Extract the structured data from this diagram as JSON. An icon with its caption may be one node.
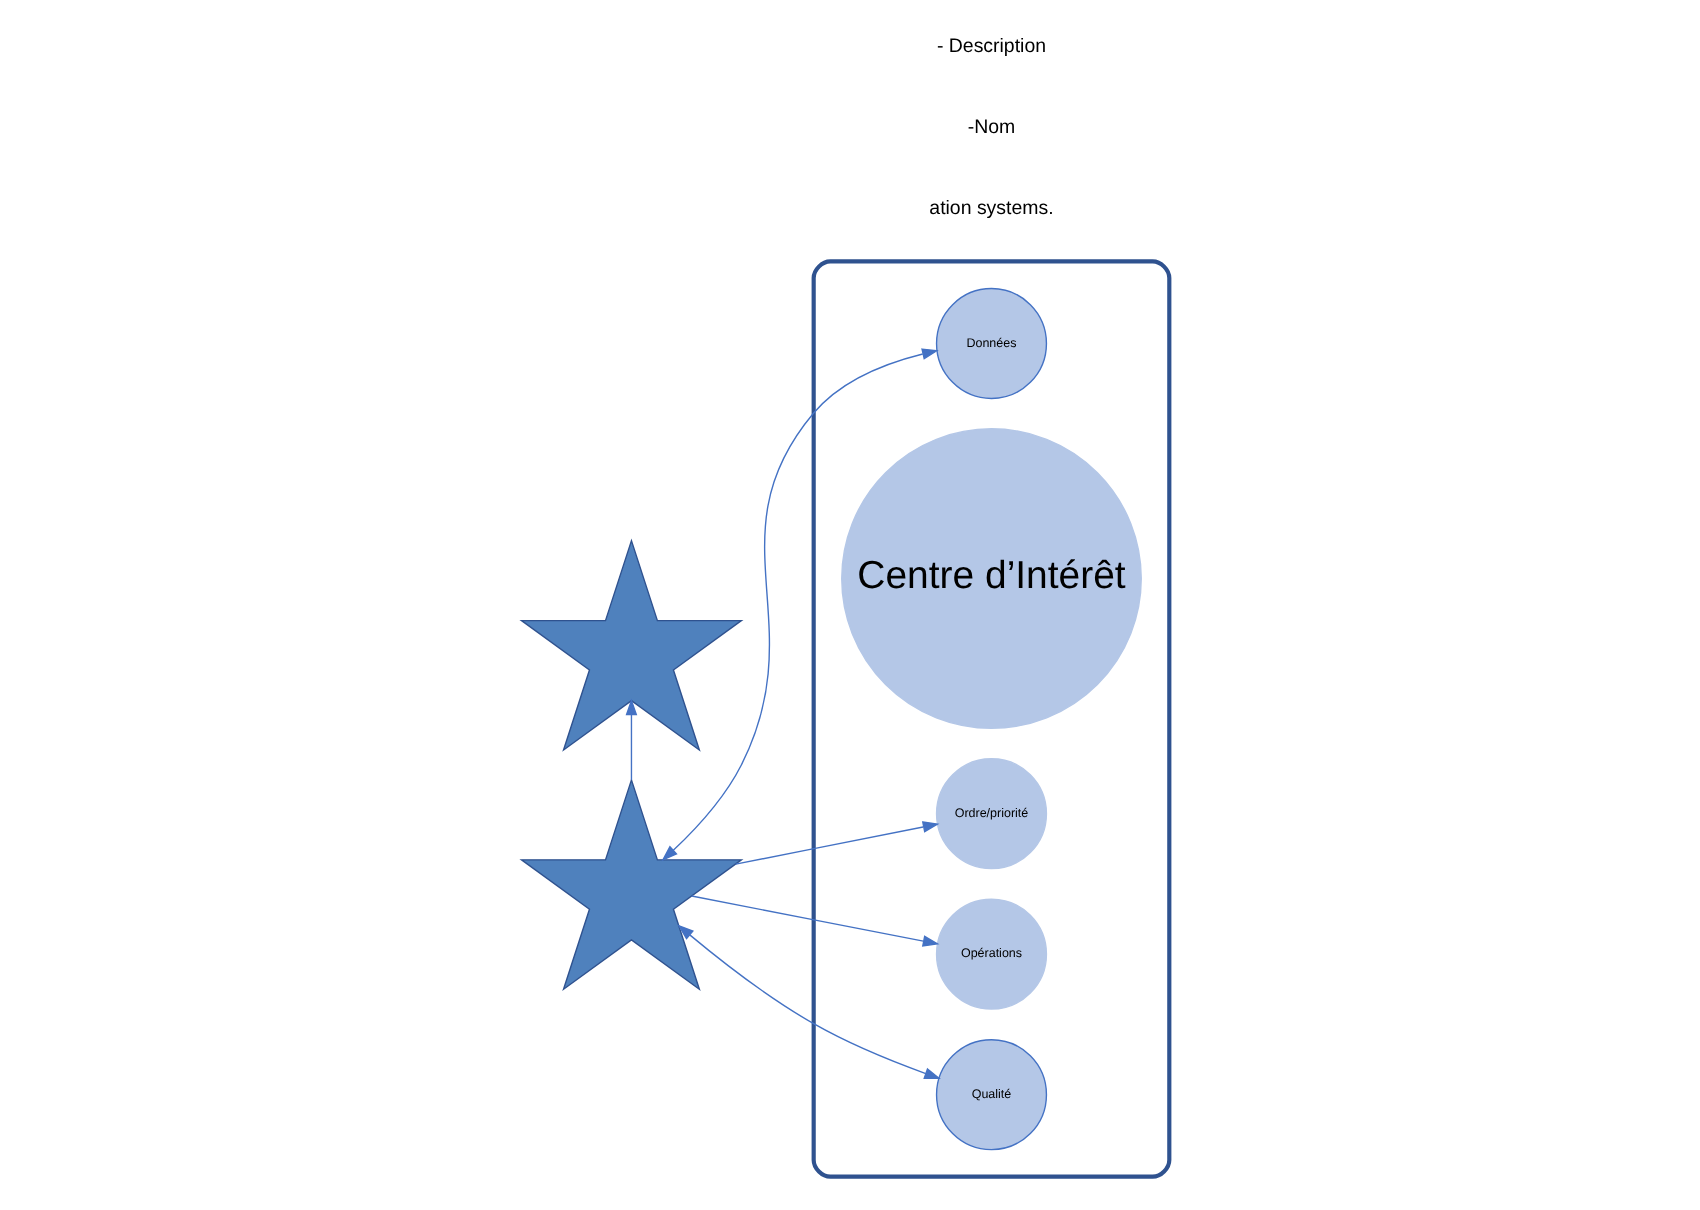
{
  "diagram": {
    "nodes": [
      {
        "text": [],
        "shape": "ellipse"
      },
      {
        "text": [
          "Données"
        ],
        "in": 0
      },
      {
        "text": [
          "Centre d’Intérêt"
        ],
        "in": 0
      },
      {
        "text": [
          "Ordre/priorité"
        ],
        "in": 0
      },
      {
        "text": [
          "Opérations"
        ],
        "in": 0
      },
      {
        "text": [
          "Qualité"
        ],
        "in": 0
      },
      {
        "text": [],
        "shape": "star"
      },
      {
        "text": [],
        "shape": "star"
      }
    ],
    "edges": [
      {
        "from": 7,
        "to": 1,
        "arrow": "both"
      },
      {
        "from": 7,
        "to": 4,
        "arrow": "to"
      },
      {
        "from": 7,
        "to": 3,
        "arrow": "to"
      },
      {
        "from": 7,
        "to": 5,
        "arrow": "both"
      },
      {
        "from": 7,
        "to": 6,
        "arrow": "to"
      }
    ],
    "labels": [
      "ation systems.",
      "-Nom",
      "- Description"
    ]
  }
}
